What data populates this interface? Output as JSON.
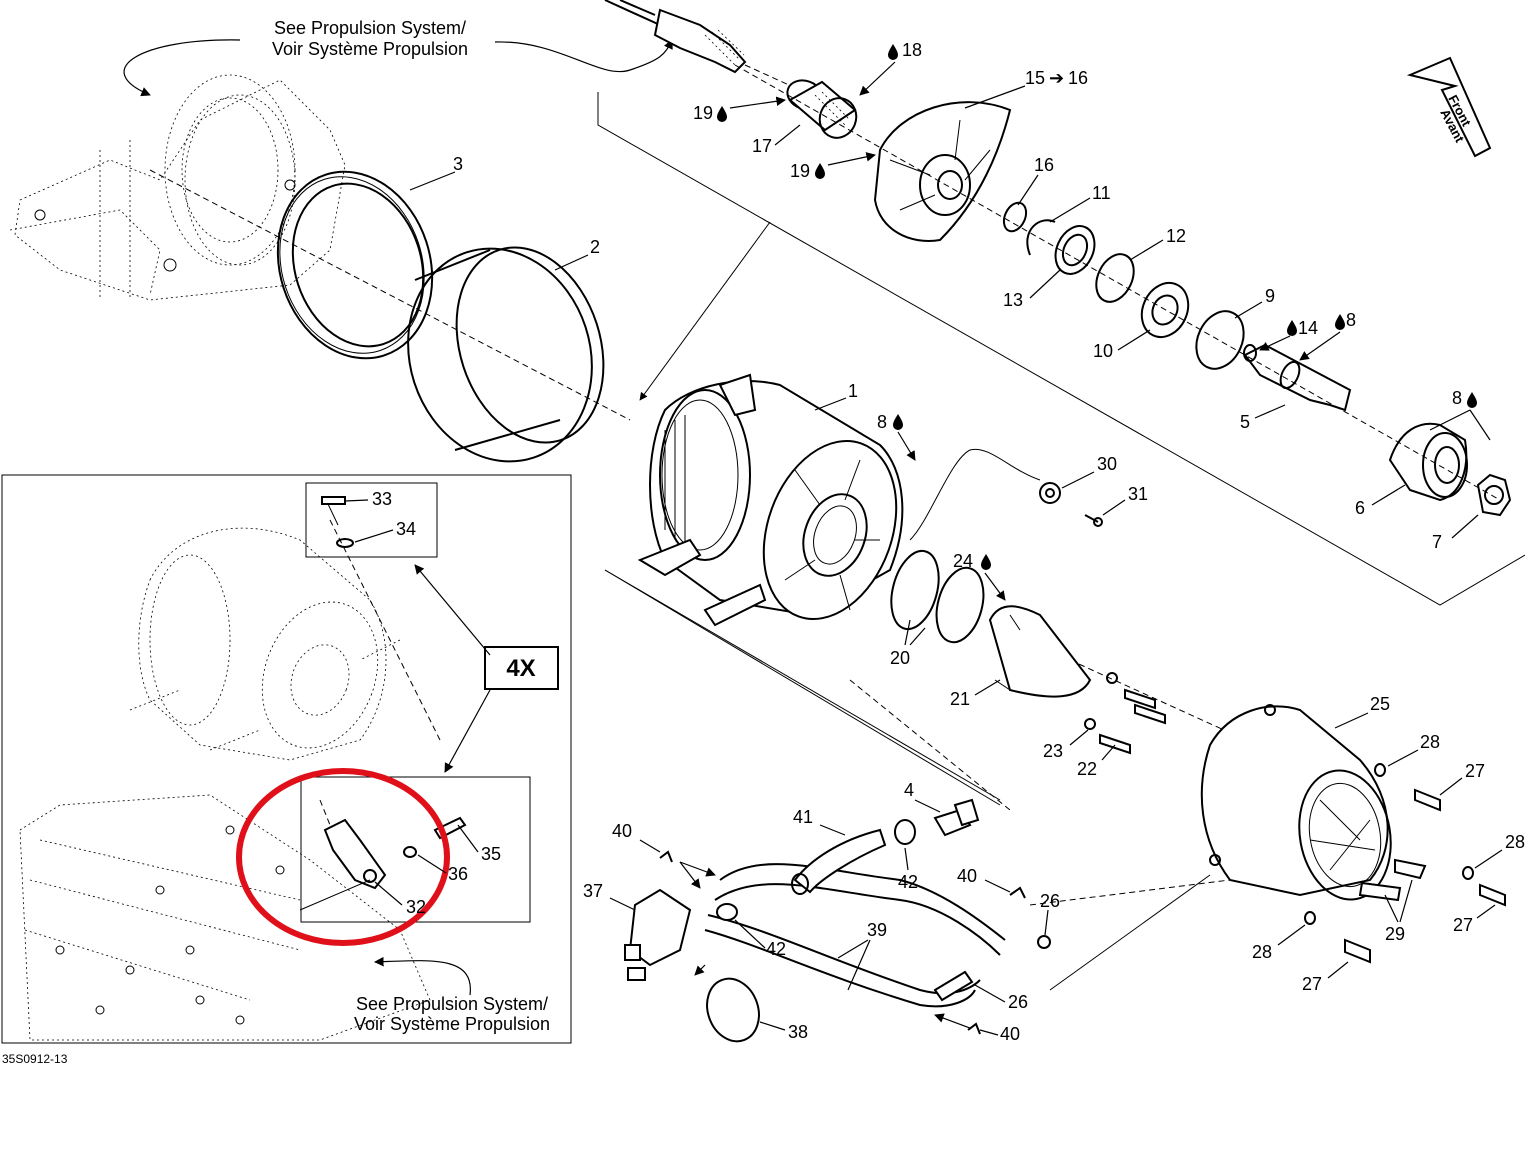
{
  "callouts": {
    "top": [
      "See Propulsion System/",
      "Voir Système Propulsion"
    ],
    "bottom": [
      "See Propulsion System/",
      "Voir Système Propulsion"
    ]
  },
  "front_arrow": [
    "Front",
    "Avant"
  ],
  "multiplier": "4X",
  "figure_code": "35S0912-13",
  "labels": {
    "p1": "1",
    "p2": "2",
    "p3": "3",
    "p4": "4",
    "p5": "5",
    "p6": "6",
    "p7": "7",
    "p8a": "8",
    "p8b": "8",
    "p8c": "8",
    "p9": "9",
    "p10": "10",
    "p11": "11",
    "p12": "12",
    "p13": "13",
    "p14": "14",
    "p15": "15",
    "p16a": "16",
    "p16b": "16",
    "p17": "17",
    "p18": "18",
    "p19a": "19",
    "p19b": "19",
    "p20": "20",
    "p21": "21",
    "p22": "22",
    "p23": "23",
    "p24": "24",
    "p25": "25",
    "p26a": "26",
    "p26b": "26",
    "p27a": "27",
    "p27b": "27",
    "p27c": "27",
    "p28a": "28",
    "p28b": "28",
    "p28c": "28",
    "p29": "29",
    "p30": "30",
    "p31": "31",
    "p32": "32",
    "p33": "33",
    "p34": "34",
    "p35": "35",
    "p36": "36",
    "p37": "37",
    "p38": "38",
    "p39": "39",
    "p40a": "40",
    "p40b": "40",
    "p40c": "40",
    "p41": "41",
    "p42a": "42",
    "p42b": "42"
  },
  "highlight_color": "#e0101a"
}
